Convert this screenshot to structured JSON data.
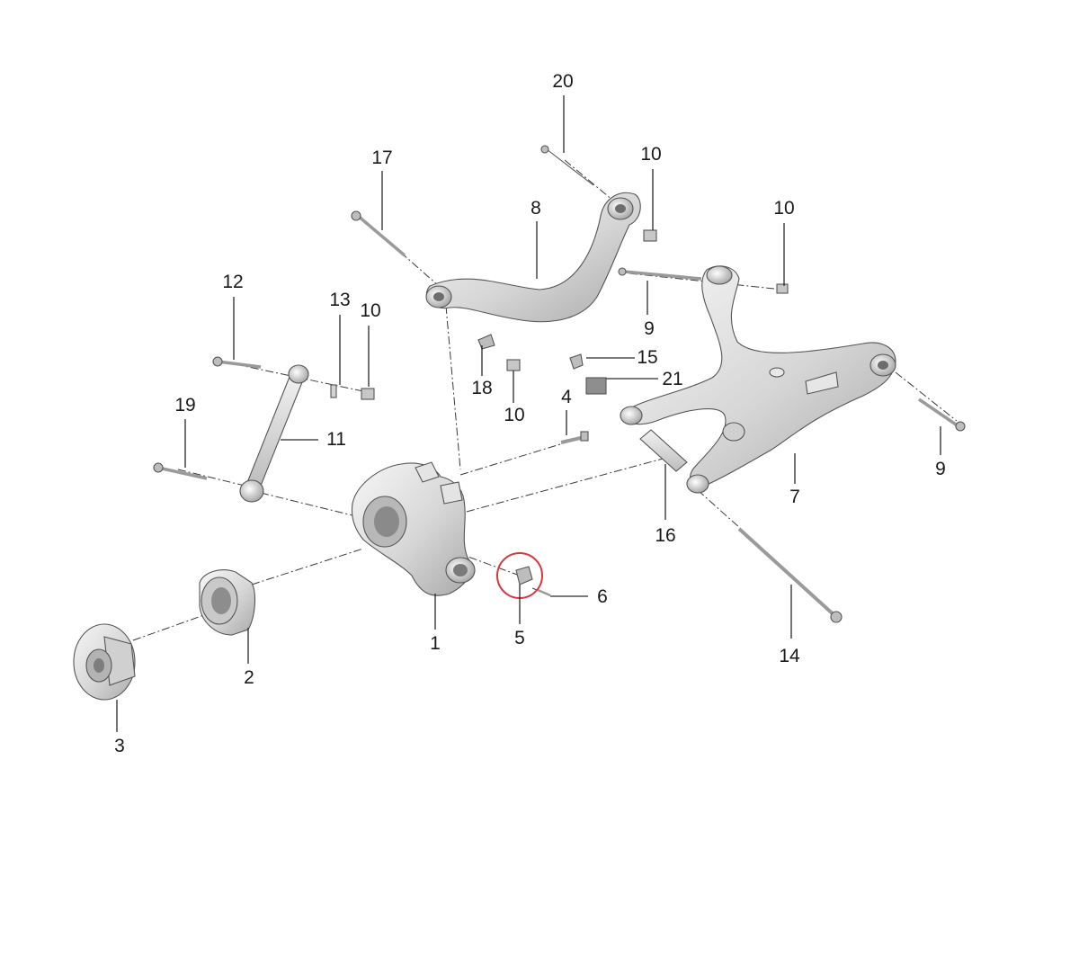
{
  "diagram": {
    "highlight_color": "#d9363e",
    "highlighted_part": "5",
    "callouts": [
      {
        "id": "c1",
        "label": "1"
      },
      {
        "id": "c2",
        "label": "2"
      },
      {
        "id": "c3",
        "label": "3"
      },
      {
        "id": "c4",
        "label": "4"
      },
      {
        "id": "c5",
        "label": "5"
      },
      {
        "id": "c6",
        "label": "6"
      },
      {
        "id": "c7",
        "label": "7"
      },
      {
        "id": "c8",
        "label": "8"
      },
      {
        "id": "c9a",
        "label": "9"
      },
      {
        "id": "c9b",
        "label": "9"
      },
      {
        "id": "c10a",
        "label": "10"
      },
      {
        "id": "c10b",
        "label": "10"
      },
      {
        "id": "c10c",
        "label": "10"
      },
      {
        "id": "c10d",
        "label": "10"
      },
      {
        "id": "c11",
        "label": "11"
      },
      {
        "id": "c12",
        "label": "12"
      },
      {
        "id": "c13",
        "label": "13"
      },
      {
        "id": "c14",
        "label": "14"
      },
      {
        "id": "c15",
        "label": "15"
      },
      {
        "id": "c16",
        "label": "16"
      },
      {
        "id": "c17",
        "label": "17"
      },
      {
        "id": "c18",
        "label": "18"
      },
      {
        "id": "c19",
        "label": "19"
      },
      {
        "id": "c20",
        "label": "20"
      },
      {
        "id": "c21",
        "label": "21"
      }
    ]
  }
}
